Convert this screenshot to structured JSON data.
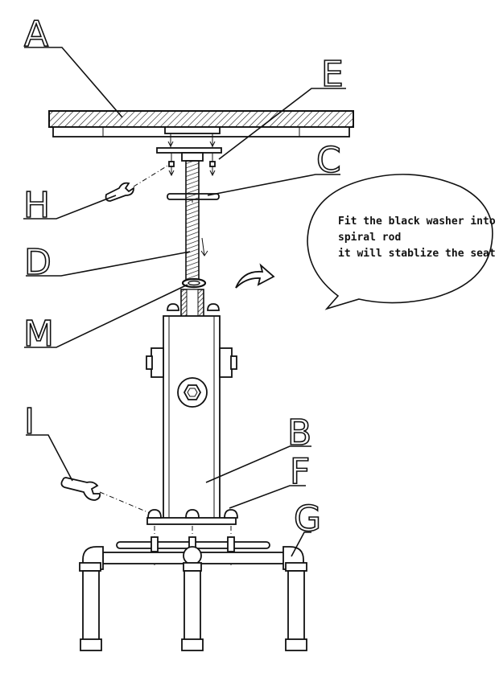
{
  "labels": {
    "A": "A",
    "E": "E",
    "C": "C",
    "H": "H",
    "D": "D",
    "M": "M",
    "B": "B",
    "F": "F",
    "I": "I",
    "G": "G"
  },
  "callout": {
    "line1": "Fit the black washer  into the",
    "line2": "spiral rod",
    "line3": "it will stablize the seat"
  }
}
